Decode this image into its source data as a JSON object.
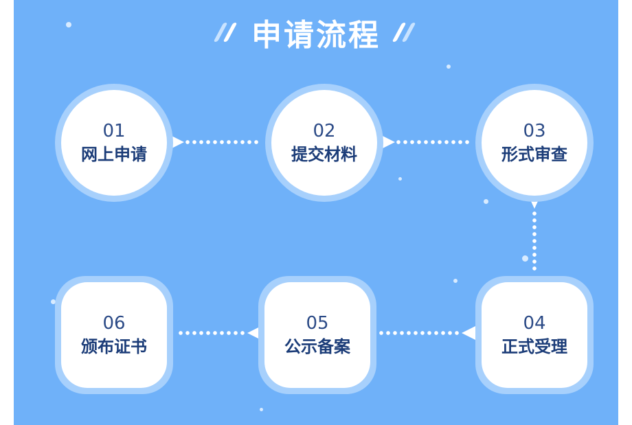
{
  "title": "申请流程",
  "steps": [
    {
      "num": "01",
      "label": "网上申请"
    },
    {
      "num": "02",
      "label": "提交材料"
    },
    {
      "num": "03",
      "label": "形式审查"
    },
    {
      "num": "04",
      "label": "正式受理"
    },
    {
      "num": "05",
      "label": "公示备案"
    },
    {
      "num": "06",
      "label": "颁布证书"
    }
  ],
  "colors": {
    "background": "#6fb1f9",
    "node_ring": "#a7d0fc",
    "node_fill": "#ffffff",
    "text": "#1b3c78",
    "connector": "#ffffff"
  }
}
